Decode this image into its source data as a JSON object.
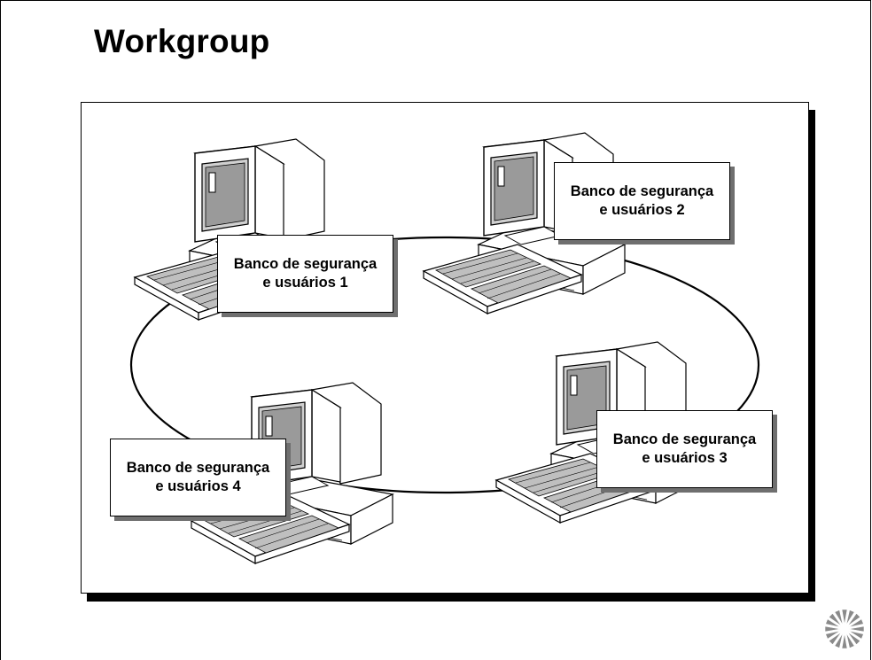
{
  "slide": {
    "title": "Workgroup"
  },
  "nodes": [
    {
      "line1": "Banco de segurança",
      "line2": "e usuários 1"
    },
    {
      "line1": "Banco de segurança",
      "line2": "e usuários 2"
    },
    {
      "line1": "Banco de segurança",
      "line2": "e usuários 3"
    },
    {
      "line1": "Banco de segurança",
      "line2": "e usuários 4"
    }
  ],
  "icons": {
    "computer": "computer-icon",
    "logo": "corner-logo-icon"
  }
}
